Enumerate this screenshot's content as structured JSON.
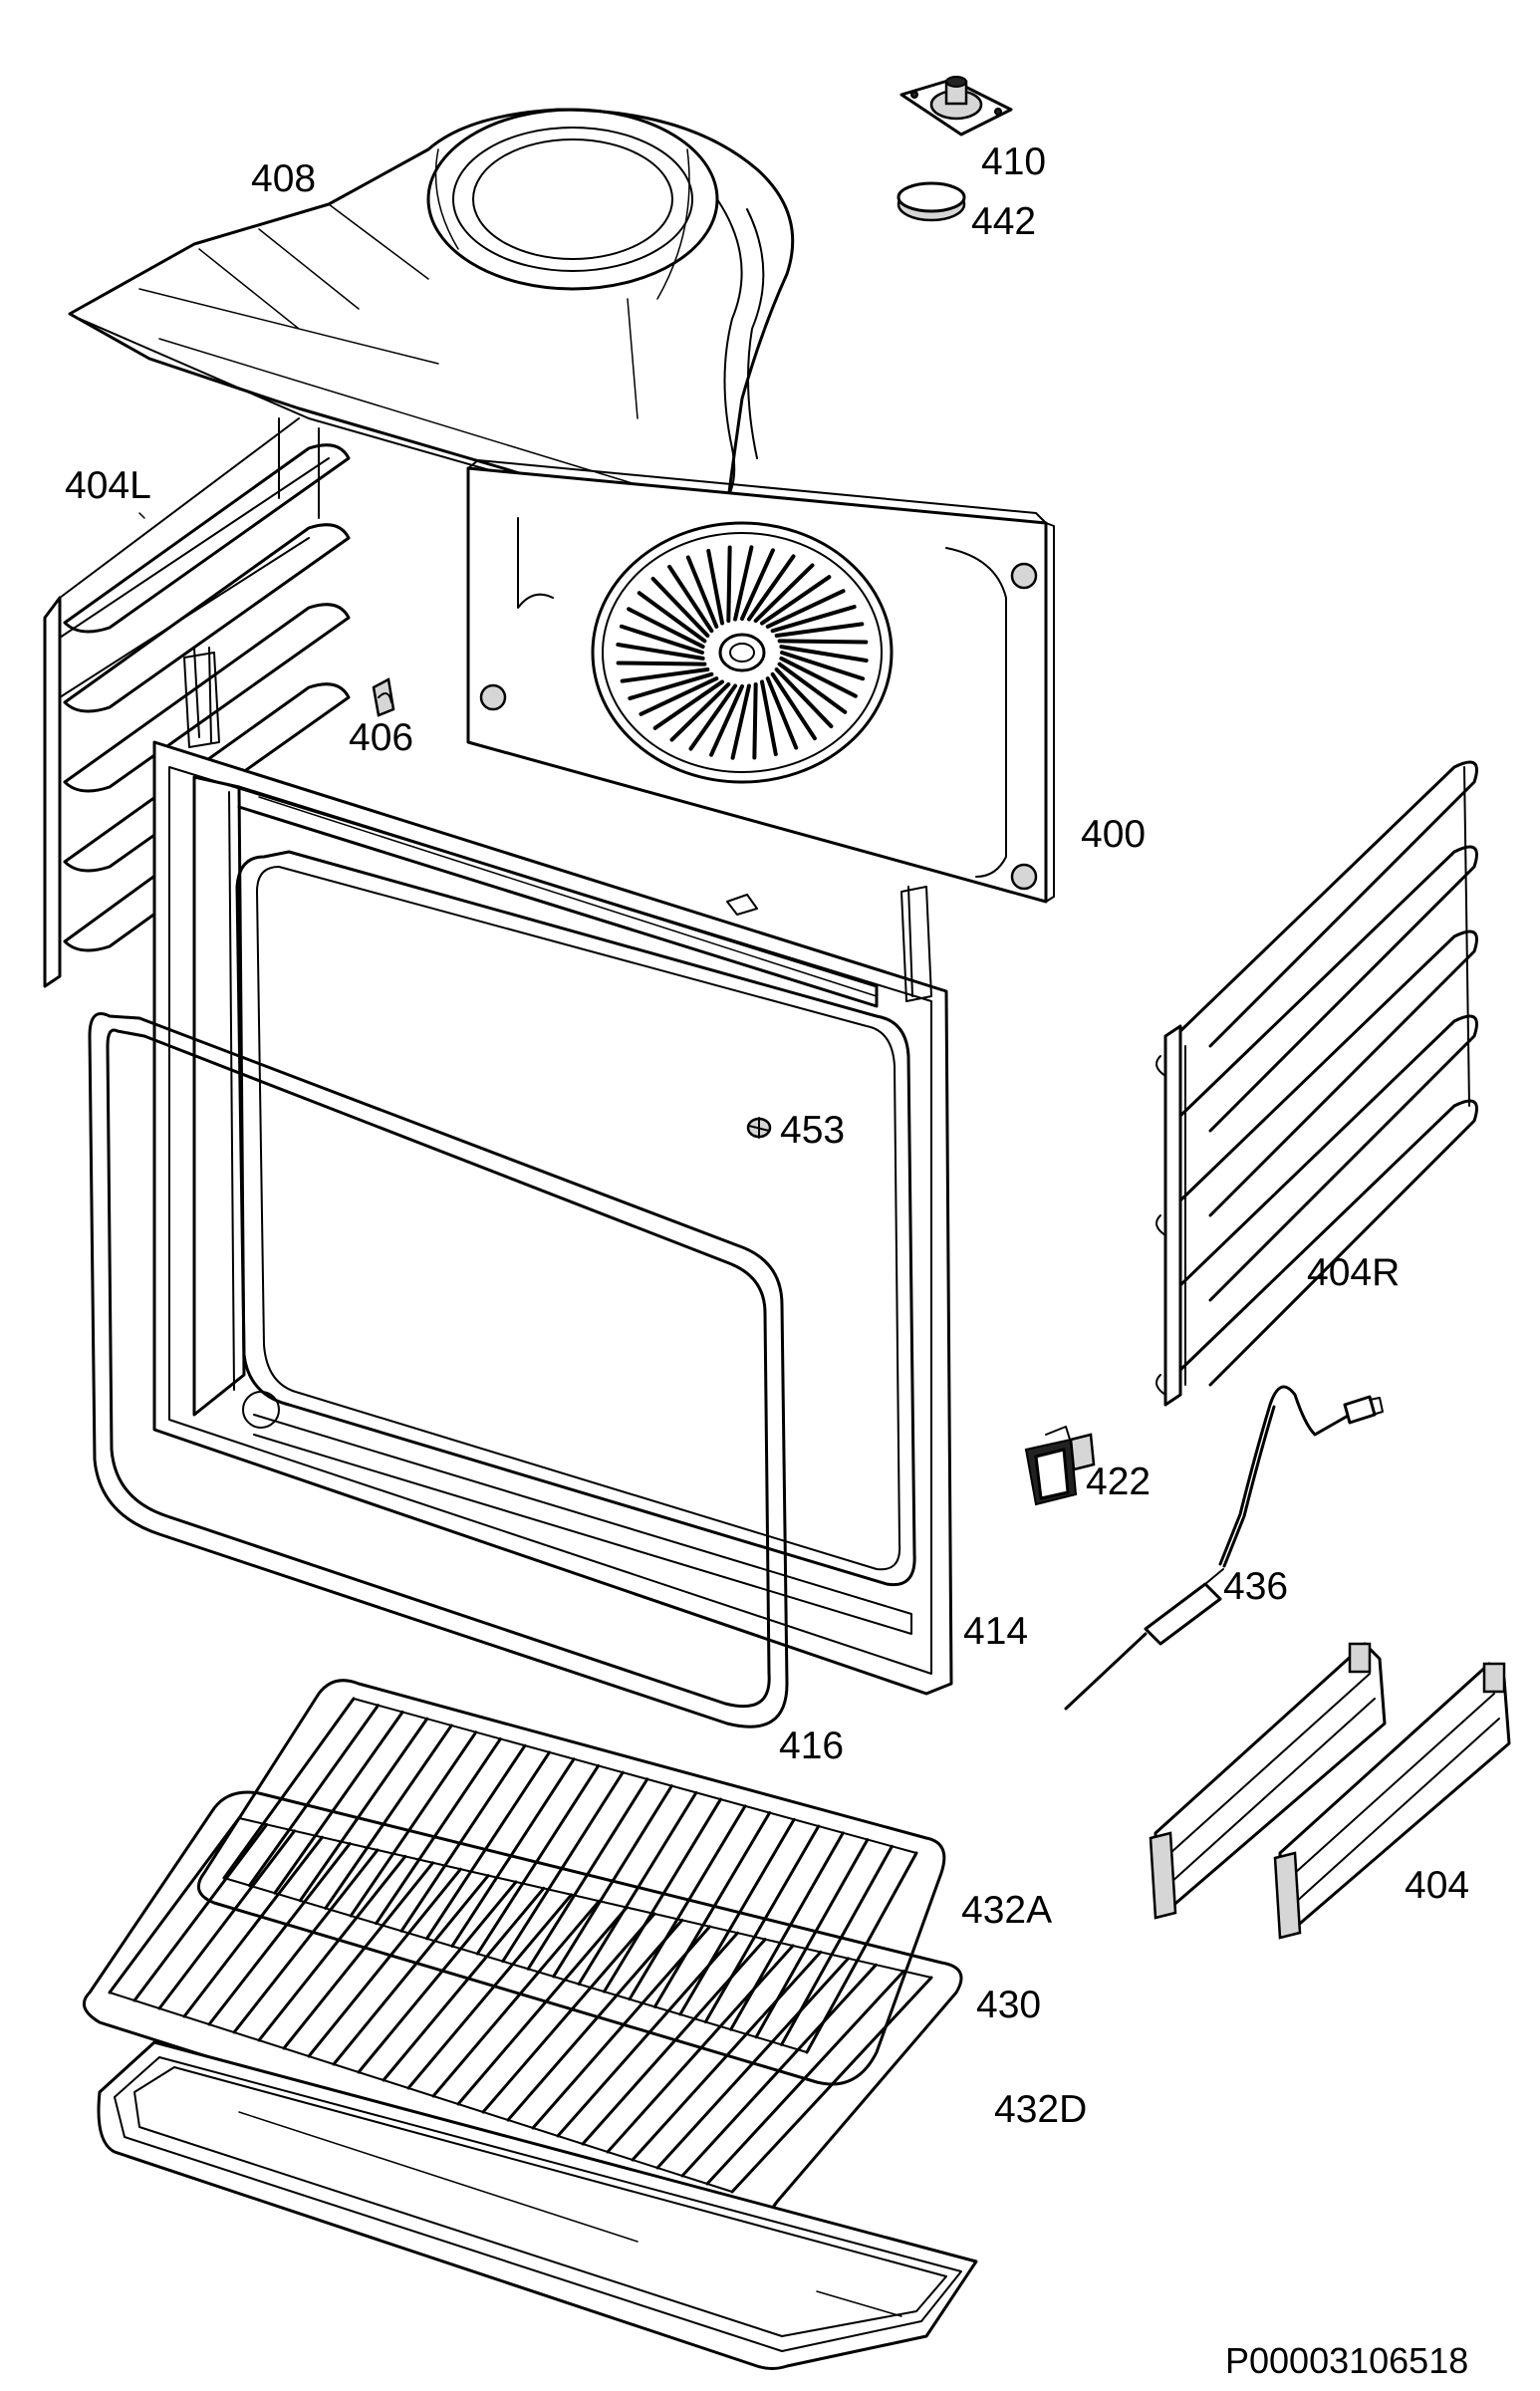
{
  "diagram": {
    "reference_code": "P00003106518",
    "part_labels": [
      {
        "key": "p408",
        "text": "408"
      },
      {
        "key": "p410",
        "text": "410"
      },
      {
        "key": "p442",
        "text": "442"
      },
      {
        "key": "p404L",
        "text": "404L"
      },
      {
        "key": "p406",
        "text": "406"
      },
      {
        "key": "p400",
        "text": "400"
      },
      {
        "key": "p453",
        "text": "453"
      },
      {
        "key": "p404R",
        "text": "404R"
      },
      {
        "key": "p422",
        "text": "422"
      },
      {
        "key": "p436",
        "text": "436"
      },
      {
        "key": "p414",
        "text": "414"
      },
      {
        "key": "p416",
        "text": "416"
      },
      {
        "key": "p432A",
        "text": "432A"
      },
      {
        "key": "p430",
        "text": "430"
      },
      {
        "key": "p404",
        "text": "404"
      },
      {
        "key": "p432D",
        "text": "432D"
      }
    ]
  }
}
